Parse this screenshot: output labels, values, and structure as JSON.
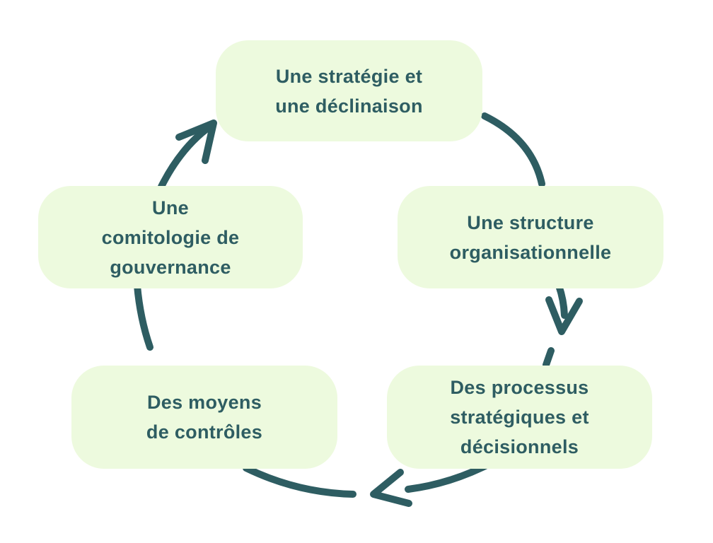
{
  "diagram": {
    "type": "cycle",
    "direction": "clockwise",
    "colors": {
      "accent": "#2e5d62",
      "node_fill": "#edfade",
      "background": "#ffffff"
    },
    "nodes": [
      {
        "id": "strategy",
        "position": "top",
        "lines": [
          "Une stratégie et",
          "une déclinaison"
        ]
      },
      {
        "id": "structure",
        "position": "right",
        "lines": [
          "Une structure",
          "organisationnelle"
        ]
      },
      {
        "id": "processes",
        "position": "bottom-right",
        "lines": [
          "Des processus",
          "stratégiques et",
          "décisionnels"
        ]
      },
      {
        "id": "controls",
        "position": "bottom-left",
        "lines": [
          "Des moyens",
          "de contrôles"
        ]
      },
      {
        "id": "governance",
        "position": "left",
        "lines": [
          "Une",
          "comitologie de",
          "gouvernance"
        ]
      }
    ],
    "edges": [
      {
        "from": "strategy",
        "to": "structure",
        "arrowhead": false
      },
      {
        "from": "structure",
        "to": "processes",
        "arrowhead": true
      },
      {
        "from": "processes",
        "to": "controls",
        "arrowhead": true
      },
      {
        "from": "controls",
        "to": "governance",
        "arrowhead": false
      },
      {
        "from": "governance",
        "to": "strategy",
        "arrowhead": true
      }
    ]
  }
}
